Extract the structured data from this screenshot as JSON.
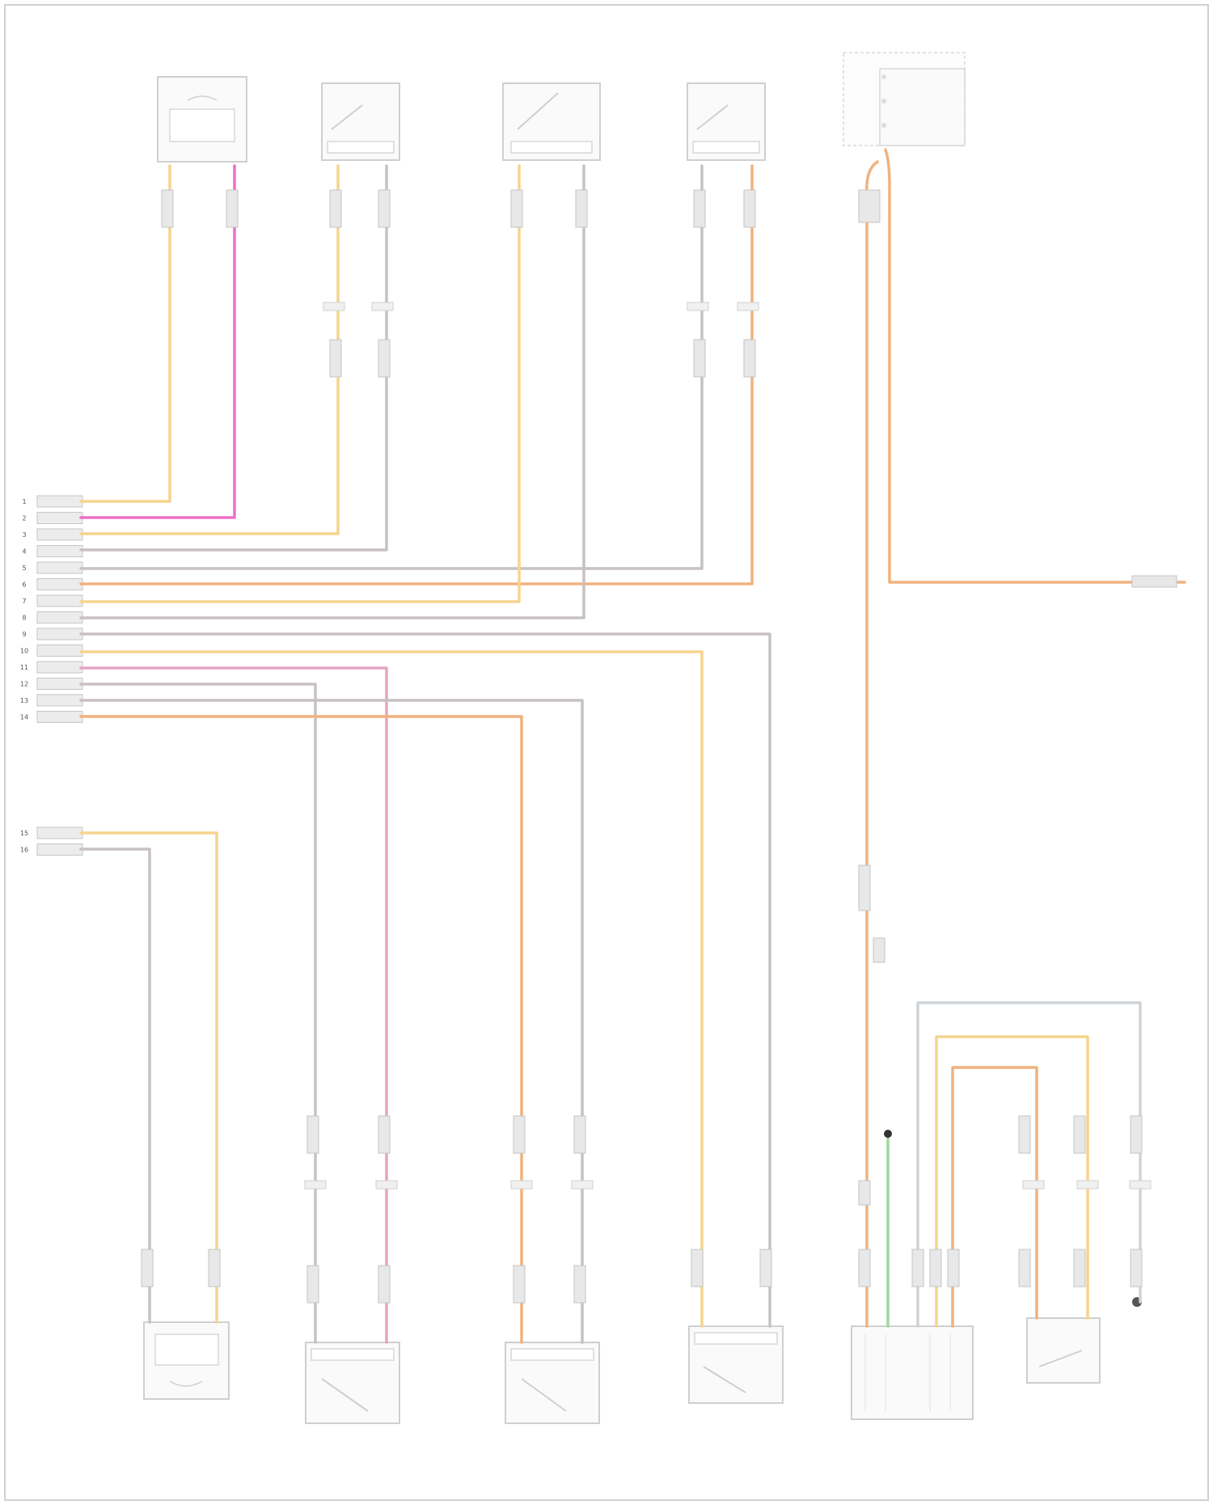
{
  "diagram": {
    "title": "",
    "colors": {
      "yellow": "#f6d48e",
      "orange": "#f1b27e",
      "gray": "#c7c2c0",
      "pink": "#ee6fc6",
      "lightpink": "#e7a4c2",
      "green": "#9fd79a",
      "lightgray": "#cfd4d9",
      "frame": "#d0d0d0"
    },
    "connector_pins": [
      "1",
      "2",
      "3",
      "4",
      "5",
      "6",
      "7",
      "8",
      "9",
      "10",
      "11",
      "12",
      "13",
      "14"
    ],
    "connector_pins_lower": [
      "15",
      "16"
    ],
    "connector_tag": "",
    "top_components": [
      {
        "id": "left-front-side-sensor",
        "label": ""
      },
      {
        "id": "right-front-door-impact-sensor",
        "label": ""
      },
      {
        "id": "left-front-impact-sensor",
        "label": ""
      },
      {
        "id": "right-front-side-impact-sensor",
        "label": ""
      }
    ],
    "fuse_block": {
      "label": "",
      "note": ""
    },
    "bottom_components": [
      {
        "id": "passenger-belt-retractor-pretensioner",
        "label": ""
      },
      {
        "id": "left-rear-side-impact-sensor",
        "label": ""
      },
      {
        "id": "right-rear-side-impact-sensor",
        "label": ""
      },
      {
        "id": "right-front-impact-sensor",
        "label": ""
      },
      {
        "id": "passenger-presence-module",
        "label": ""
      },
      {
        "id": "seat-belt-sensor",
        "label": ""
      },
      {
        "id": "ground-point",
        "label": ""
      }
    ],
    "footer_text": ""
  }
}
